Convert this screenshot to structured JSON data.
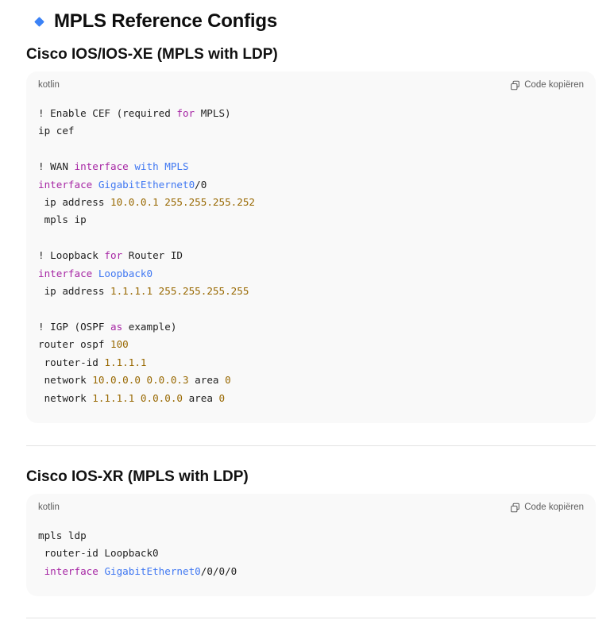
{
  "heading": "MPLS Reference Configs",
  "sections": [
    {
      "title": "Cisco IOS/IOS-XE (MPLS with LDP)",
      "lang": "kotlin",
      "copy_label": "Code kopiëren",
      "code": [
        [
          [
            "! Enable CEF (required ",
            ""
          ],
          [
            "for",
            "kw"
          ],
          [
            " MPLS)",
            ""
          ]
        ],
        [
          [
            "ip cef",
            ""
          ]
        ],
        [],
        [
          [
            "! WAN ",
            ""
          ],
          [
            "interface",
            "kw"
          ],
          [
            " ",
            ""
          ],
          [
            "with",
            "ty"
          ],
          [
            " MPLS",
            "ty"
          ]
        ],
        [
          [
            "interface",
            "kw"
          ],
          [
            " ",
            ""
          ],
          [
            "GigabitEthernet0",
            "ty"
          ],
          [
            "/0",
            ""
          ]
        ],
        [
          [
            " ip address ",
            ""
          ],
          [
            "10.0.0.1",
            "nm"
          ],
          [
            " ",
            ""
          ],
          [
            "255.255.255.252",
            "nm"
          ]
        ],
        [
          [
            " mpls ip",
            ""
          ]
        ],
        [],
        [
          [
            "! Loopback ",
            ""
          ],
          [
            "for",
            "kw"
          ],
          [
            " Router ID",
            ""
          ]
        ],
        [
          [
            "interface",
            "kw"
          ],
          [
            " ",
            ""
          ],
          [
            "Loopback0",
            "ty"
          ]
        ],
        [
          [
            " ip address ",
            ""
          ],
          [
            "1.1.1.1",
            "nm"
          ],
          [
            " ",
            ""
          ],
          [
            "255.255.255.255",
            "nm"
          ]
        ],
        [],
        [
          [
            "! IGP (OSPF ",
            ""
          ],
          [
            "as",
            "kw"
          ],
          [
            " example)",
            ""
          ]
        ],
        [
          [
            "router ospf ",
            ""
          ],
          [
            "100",
            "nm"
          ]
        ],
        [
          [
            " router-id ",
            ""
          ],
          [
            "1.1.1.1",
            "nm"
          ]
        ],
        [
          [
            " network ",
            ""
          ],
          [
            "10.0.0.0",
            "nm"
          ],
          [
            " ",
            ""
          ],
          [
            "0.0.0.3",
            "nm"
          ],
          [
            " area ",
            ""
          ],
          [
            "0",
            "nm"
          ]
        ],
        [
          [
            " network ",
            ""
          ],
          [
            "1.1.1.1",
            "nm"
          ],
          [
            " ",
            ""
          ],
          [
            "0.0.0.0",
            "nm"
          ],
          [
            " area ",
            ""
          ],
          [
            "0",
            "nm"
          ]
        ]
      ]
    },
    {
      "title": "Cisco IOS-XR (MPLS with LDP)",
      "lang": "kotlin",
      "copy_label": "Code kopiëren",
      "code": [
        [
          [
            "mpls ldp",
            ""
          ]
        ],
        [
          [
            " router-id Loopback0",
            ""
          ]
        ],
        [
          [
            " ",
            ""
          ],
          [
            "interface",
            "kw"
          ],
          [
            " ",
            ""
          ],
          [
            "GigabitEthernet0",
            "ty"
          ],
          [
            "/0/0/0",
            ""
          ]
        ]
      ]
    }
  ]
}
